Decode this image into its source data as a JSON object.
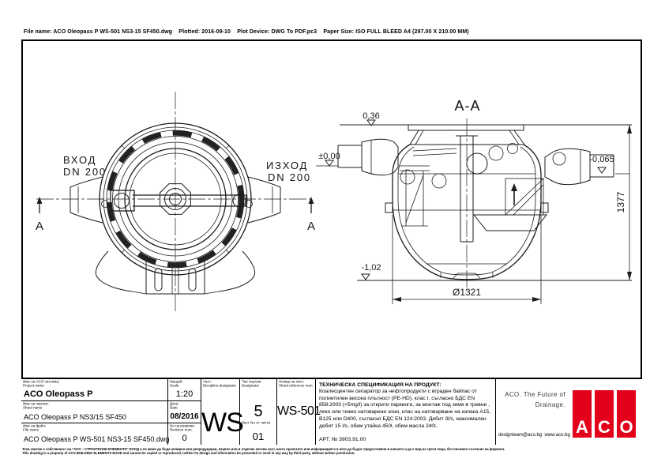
{
  "header": {
    "file_info": "File name: ACO Oleopass P WS-501 NS3-15 SF450.dwg    Plotted: 2016-09-10    Plot Device: DWG To PDF.pc3    Paper Size: ISO FULL BLEED A4 (297.00 X 210.00 MM)"
  },
  "plan_view": {
    "inlet_label": "ВХОД",
    "inlet_size": "DN 200",
    "outlet_label": "ИЗХОД",
    "outlet_size": "DN 200",
    "section_marker_left": "A",
    "section_marker_right": "A"
  },
  "section_view": {
    "title": "A-A",
    "level_cover": "0,36",
    "level_inlet": "±0,00",
    "level_outlet": "-0,065",
    "level_bottom": "-1,02",
    "dim_height": "1377",
    "dim_diameter": "Ø1321"
  },
  "title_block": {
    "project": {
      "label_bg": "Име на ACO система:",
      "label_en": "Project name",
      "value": "ACO Oleopass P"
    },
    "sheet": {
      "label_bg": "Име на чертеж:",
      "label_en": "Sheet name",
      "value": "ACO Oleopass P NS3/15 SF450"
    },
    "file": {
      "label_bg": "Име на файл:",
      "label_en": "File name",
      "value": "ACO Oleopass P WS-501 NS3-15 SF450.dwg"
    },
    "scale": {
      "label_bg": "Мащаб:",
      "label_en": "Scale",
      "value": "1:20"
    },
    "date": {
      "label_bg": "Дата:",
      "label_en": "Date",
      "value": "08/2016"
    },
    "revision": {
      "label_bg": "No на ревизия:",
      "label_en": "Revision num.",
      "value": "0"
    },
    "discipline": {
      "label_bg": "Част:",
      "label_en": "Discipline designator",
      "value": "WS"
    },
    "type": {
      "label_bg": "Тип чертеж:",
      "label_en": "Designator",
      "value": "5",
      "sheet_of_label": "Лист No от листа",
      "sheet_of_value": "01"
    },
    "sheet_ref": {
      "label_bg": "Номер на лист:",
      "label_en": "Sheet reference num.",
      "value": "WS-501"
    },
    "spec": {
      "title": "ТЕХНИЧЕСКА СПЕЦИФИКАЦИЯ НА ПРОДУКТ:",
      "body": "Коалесцентен сепаратор за нефтопродукти с вграден байпас от полиетилен висока плътност (PE-HD), клас I, съгласно БДС EN 858:2003 (<5mg/l) за открити паркинги, за монтаж под земя в тревни , леко или тежко натоварени зони, клас на натоварване на капака A15, B125 или D400, съгласно БДС EN 124:2003. Дебит 3l/s, максимален дебит 15 l/s, обем утайка 450l, обем масла 240l.",
      "art_number": "АРТ. № 3903.91.00"
    },
    "branding": {
      "tagline_line1": "ACO. The Future of",
      "tagline_line2": "Drainage.",
      "contacts": "designteam@aco.bg  www.aco.bg",
      "logo_letter_1": "A",
      "logo_letter_2": "C",
      "logo_letter_3": "O",
      "logo_color": "#e2001a"
    }
  },
  "footer": {
    "disclaimer_bg": "Този чертеж е собственост на \"АСО – СТРОИТЕЛНИ ЕЛЕМЕНТИ\" ЕООД и не може да бъде копиран или репродуциран, изцяло или в отделна негова част, както проектите или информацията в него да бъдат предоставяни в какъвто и да е вид на трети лица, без писмено съгласие на фирмата.",
    "disclaimer_en": "This drawing is a property of ACO BUILDING ELEMENTS EOOD and cannot be copied or reproduced, neither its design and information be presented or used in any way by third party, without written permission."
  }
}
